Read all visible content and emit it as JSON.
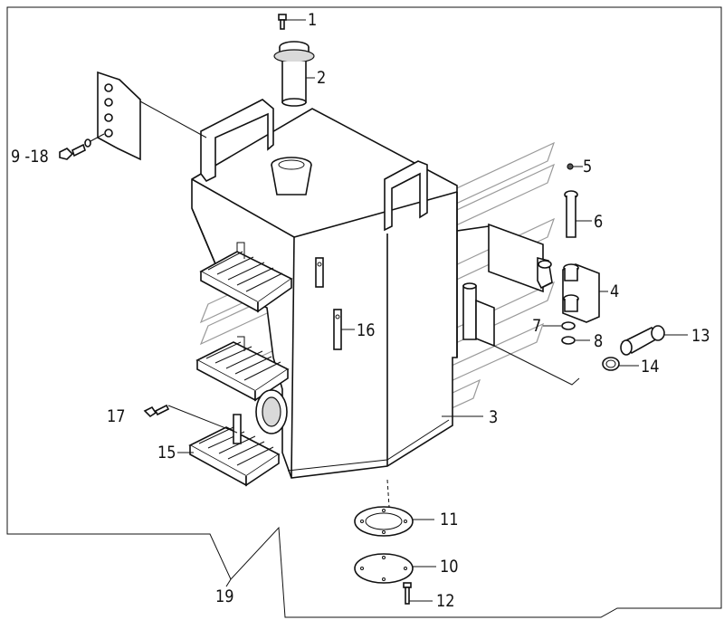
{
  "drawing": {
    "callouts": [
      {
        "id": "c1",
        "text": "1"
      },
      {
        "id": "c2",
        "text": "2"
      },
      {
        "id": "c3",
        "text": "3"
      },
      {
        "id": "c4",
        "text": "4"
      },
      {
        "id": "c5",
        "text": "5"
      },
      {
        "id": "c6",
        "text": "6"
      },
      {
        "id": "c7",
        "text": "7"
      },
      {
        "id": "c8",
        "text": "8"
      },
      {
        "id": "c918",
        "text": "9 -18"
      },
      {
        "id": "c10",
        "text": "10"
      },
      {
        "id": "c11",
        "text": "11"
      },
      {
        "id": "c12",
        "text": "12"
      },
      {
        "id": "c13",
        "text": "13"
      },
      {
        "id": "c14",
        "text": "14"
      },
      {
        "id": "c15",
        "text": "15"
      },
      {
        "id": "c16",
        "text": "16"
      },
      {
        "id": "c17",
        "text": "17"
      },
      {
        "id": "c19",
        "text": "19"
      }
    ]
  }
}
